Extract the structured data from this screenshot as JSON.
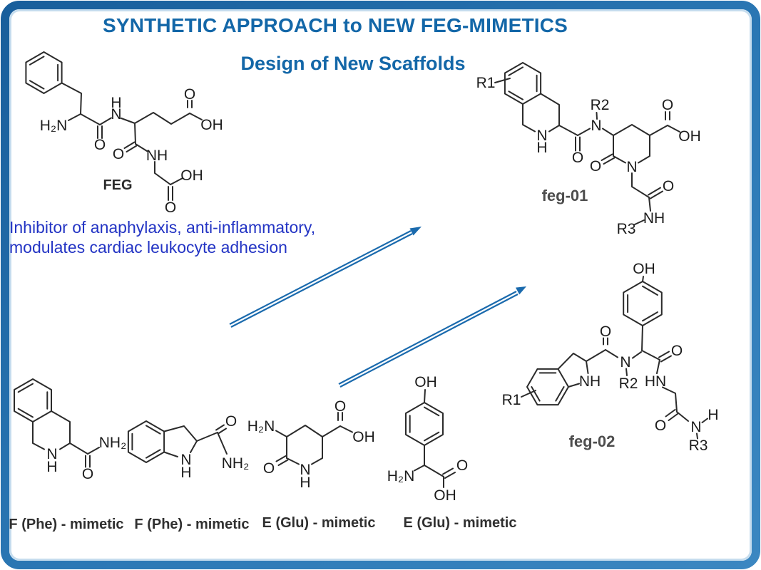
{
  "header": {
    "title": "SYNTHETIC APPROACH to NEW FEG-MIMETICS",
    "subtitle": "Design of New Scaffolds"
  },
  "description": {
    "line1": "Inhibitor of anaphylaxis, anti-inflammatory,",
    "line2": "modulates cardiac leukocyte adhesion"
  },
  "colors": {
    "title_blue": "#1367a8",
    "description_blue": "#2334c4",
    "arrow_blue": "#1a6aad",
    "structure_ink": "#2b2b2b",
    "frame_blue_dark": "#185e9b",
    "frame_blue_light": "#3b87c1"
  },
  "molecules": {
    "feg": {
      "caption": "FEG",
      "atoms": {
        "h2n": "H₂N",
        "h_amide": "H",
        "n_amide": "N",
        "o_amide1": "O",
        "o_acid1": "O",
        "oh_acid1": "OH",
        "o_amide2": "O",
        "nh_amide2": "NH",
        "oh_acid2": "OH",
        "o_acid2": "O"
      }
    },
    "feg01": {
      "caption": "feg-01",
      "atoms": {
        "r1": "R1",
        "n_thiq": "N",
        "h_thiq": "H",
        "o_amide": "O",
        "r2": "R2",
        "n_amide": "N",
        "o_acid": "O",
        "oh_acid": "OH",
        "o_lactam": "O",
        "n_ring": "N",
        "o_amide2": "O",
        "nh_amide2": "NH",
        "r3": "R3"
      }
    },
    "feg02": {
      "caption": "feg-02",
      "atoms": {
        "oh_phenol": "OH",
        "o_amide1": "O",
        "n_amide": "N",
        "r2": "R2",
        "nh_indoline": "NH",
        "r1": "R1",
        "o_amide2": "O",
        "hn_amide2": "HN",
        "o_amide3": "O",
        "n_amide3": "N",
        "h_amide3": "H",
        "r3": "R3"
      }
    },
    "fmimetic1": {
      "caption": "F (Phe) - mimetic",
      "atoms": {
        "n": "N",
        "h": "H",
        "o": "O",
        "nh2": "NH₂"
      }
    },
    "fmimetic2": {
      "caption": "F (Phe) - mimetic",
      "atoms": {
        "n": "N",
        "h": "H",
        "o": "O",
        "nh2": "NH₂"
      }
    },
    "emimetic1": {
      "caption": "E (Glu) - mimetic",
      "atoms": {
        "h2n": "H₂N",
        "o_lactam": "O",
        "n": "N",
        "h": "H",
        "o_acid": "O",
        "oh_acid": "OH"
      }
    },
    "emimetic2": {
      "caption": "E (Glu) - mimetic",
      "atoms": {
        "oh_phenol": "OH",
        "h2n": "H₂N",
        "o_acid": "O",
        "oh_acid": "OH"
      }
    }
  }
}
